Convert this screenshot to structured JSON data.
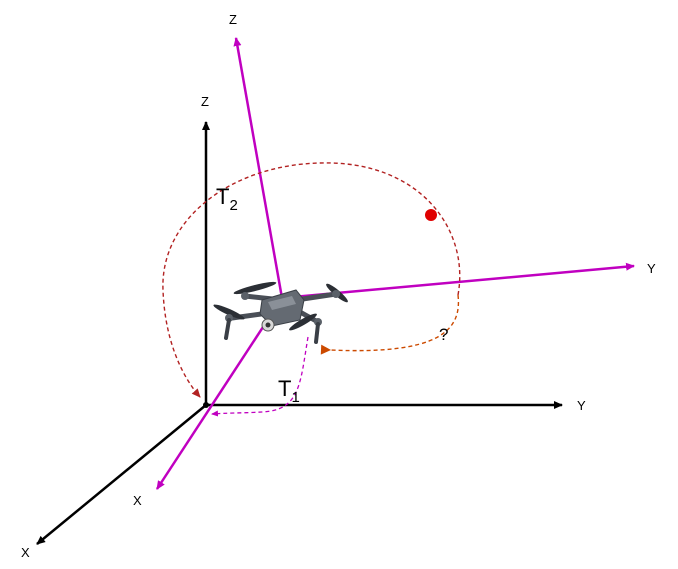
{
  "world_frame": {
    "z_label": "Z",
    "y_label": "Y",
    "x_label": "X"
  },
  "drone_frame": {
    "z_label": "Z",
    "y_label": "Y",
    "x_label": "X"
  },
  "transforms": {
    "t1_main": "T",
    "t1_sub": "1",
    "t2_main": "T",
    "t2_sub": "2"
  },
  "unknown_marker": "?",
  "colors": {
    "world_axes": "#000000",
    "drone_axes": "#c000c0",
    "t2_path": "#b22222",
    "t1_path": "#c000c0",
    "unknown_path": "#cc4a00",
    "target_point": "#e00000"
  }
}
